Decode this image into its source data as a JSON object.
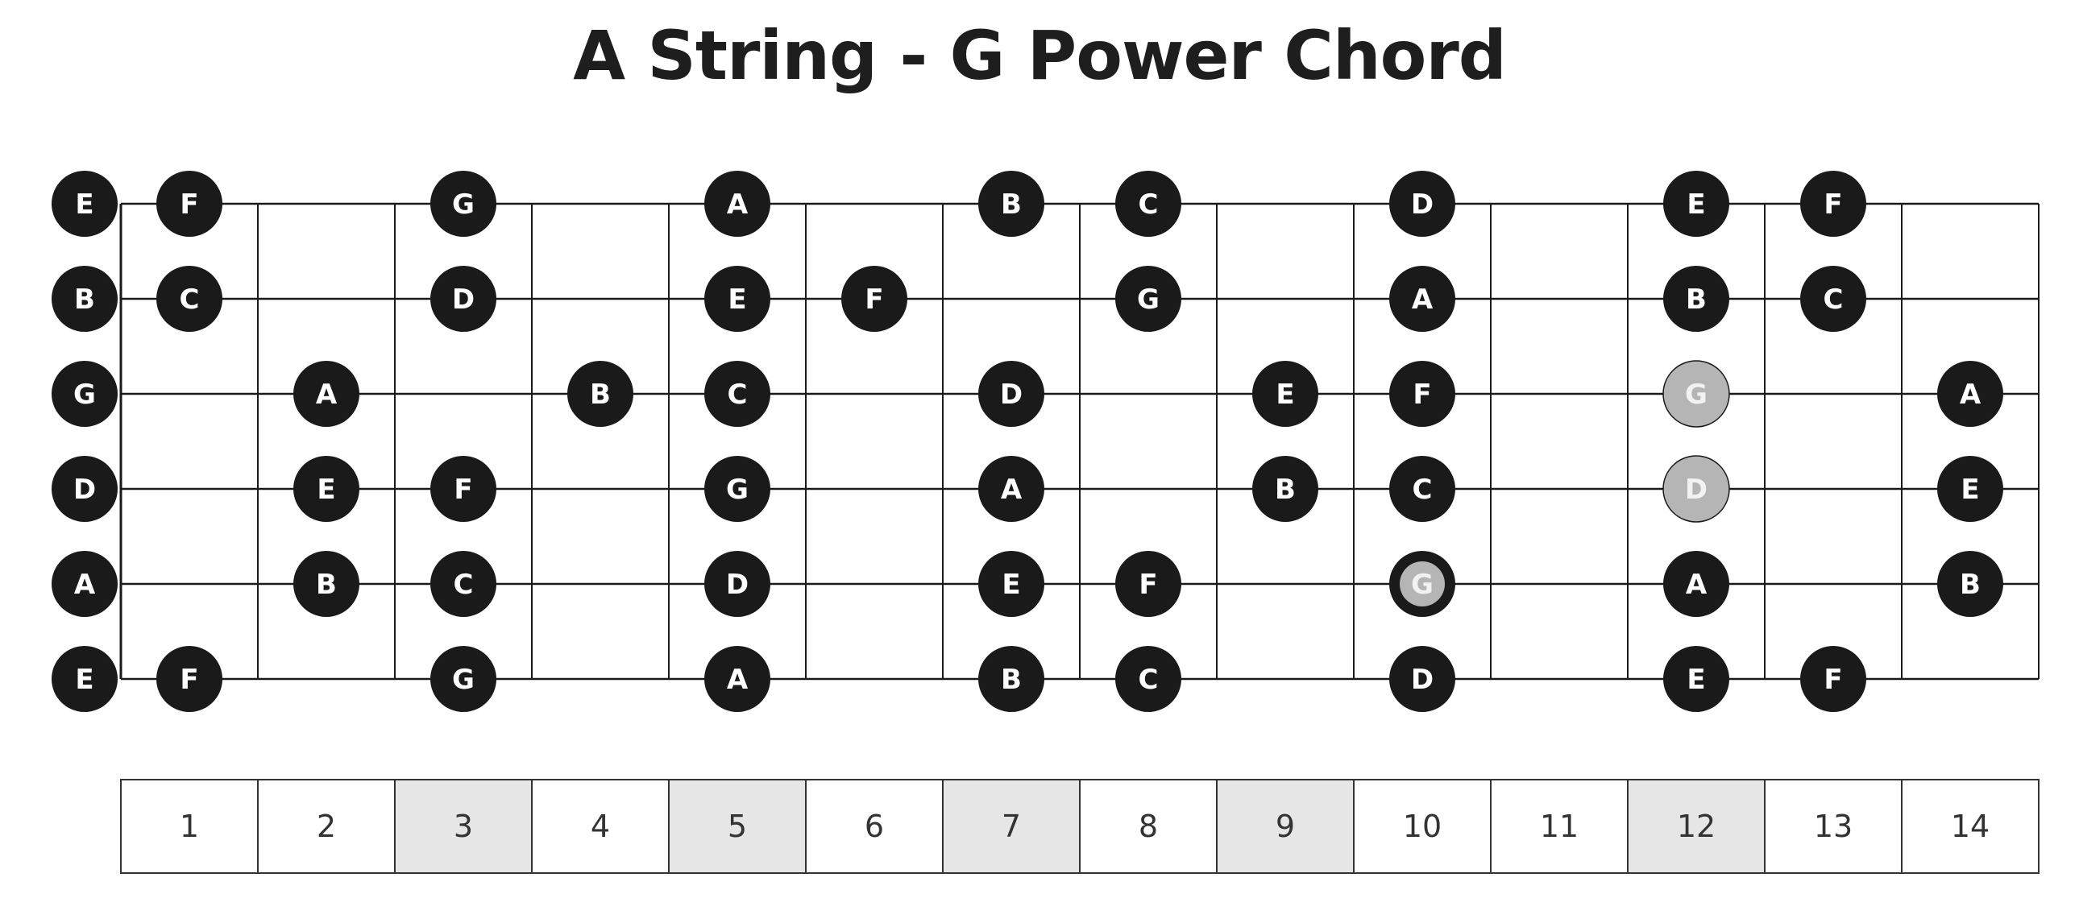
{
  "title": "A String - G Power Chord",
  "strings": [
    {
      "name": "high-e",
      "open": "E",
      "notes": [
        [
          1,
          "F"
        ],
        [
          3,
          "G"
        ],
        [
          5,
          "A"
        ],
        [
          7,
          "B"
        ],
        [
          8,
          "C"
        ],
        [
          10,
          "D"
        ],
        [
          12,
          "E"
        ],
        [
          13,
          "F"
        ]
      ]
    },
    {
      "name": "b",
      "open": "B",
      "notes": [
        [
          1,
          "C"
        ],
        [
          3,
          "D"
        ],
        [
          5,
          "E"
        ],
        [
          6,
          "F"
        ],
        [
          8,
          "G"
        ],
        [
          10,
          "A"
        ],
        [
          12,
          "B"
        ],
        [
          13,
          "C"
        ]
      ]
    },
    {
      "name": "g",
      "open": "G",
      "notes": [
        [
          2,
          "A"
        ],
        [
          4,
          "B"
        ],
        [
          5,
          "C"
        ],
        [
          7,
          "D"
        ],
        [
          9,
          "E"
        ],
        [
          10,
          "F"
        ],
        [
          12,
          "G"
        ],
        [
          14,
          "A"
        ]
      ]
    },
    {
      "name": "d",
      "open": "D",
      "notes": [
        [
          2,
          "E"
        ],
        [
          3,
          "F"
        ],
        [
          5,
          "G"
        ],
        [
          7,
          "A"
        ],
        [
          9,
          "B"
        ],
        [
          10,
          "C"
        ],
        [
          12,
          "D"
        ],
        [
          14,
          "E"
        ]
      ]
    },
    {
      "name": "a",
      "open": "A",
      "notes": [
        [
          2,
          "B"
        ],
        [
          3,
          "C"
        ],
        [
          5,
          "D"
        ],
        [
          7,
          "E"
        ],
        [
          8,
          "F"
        ],
        [
          10,
          "G"
        ],
        [
          12,
          "A"
        ],
        [
          14,
          "B"
        ]
      ]
    },
    {
      "name": "low-e",
      "open": "E",
      "notes": [
        [
          1,
          "F"
        ],
        [
          3,
          "G"
        ],
        [
          5,
          "A"
        ],
        [
          7,
          "B"
        ],
        [
          8,
          "C"
        ],
        [
          10,
          "D"
        ],
        [
          12,
          "E"
        ],
        [
          13,
          "F"
        ]
      ]
    }
  ],
  "chord_notes": [
    {
      "string": 4,
      "fret": 10,
      "note": "G",
      "role": "root"
    },
    {
      "string": 3,
      "fret": 12,
      "note": "D",
      "role": "fifth"
    },
    {
      "string": 2,
      "fret": 12,
      "note": "G",
      "role": "octave"
    }
  ],
  "fret_numbers": [
    "1",
    "2",
    "3",
    "4",
    "5",
    "6",
    "7",
    "8",
    "9",
    "10",
    "11",
    "12",
    "13",
    "14"
  ],
  "marker_frets": [
    3,
    5,
    7,
    9,
    12
  ],
  "colors": {
    "note_fill": "#1a1a1a",
    "note_text": "#ffffff",
    "chord_fill": "#b5b5b5",
    "chord_text": "#f2f2f2",
    "root_ring": "#1a1a1a",
    "marker_cell": "#e6e6e6",
    "line": "#1a1a1a"
  }
}
